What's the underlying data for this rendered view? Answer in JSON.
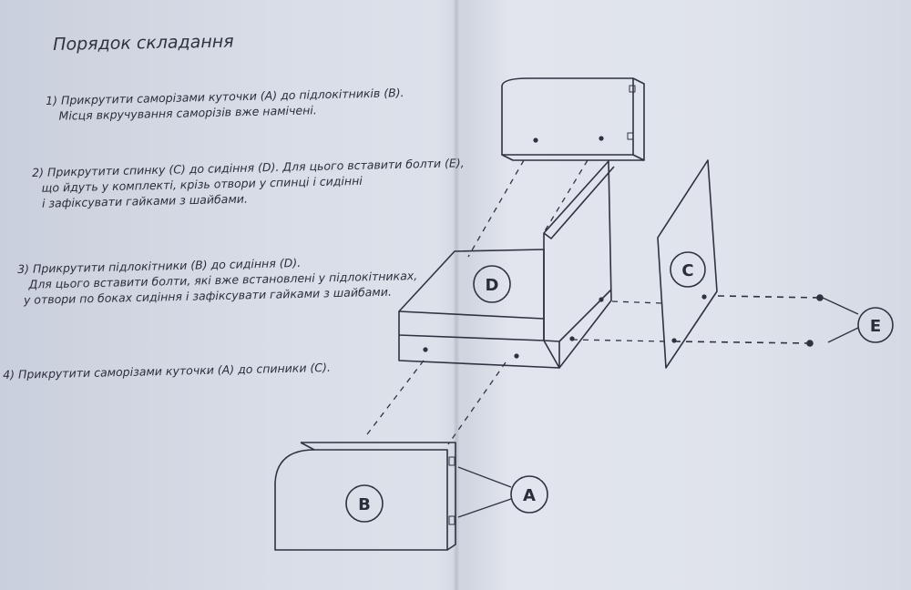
{
  "title": "Порядок складання",
  "steps": [
    {
      "lines": [
        "1) Прикрутити саморізами куточки (А) до підлокітників (В).",
        "Місця вкручування саморізів вже намічені."
      ]
    },
    {
      "lines": [
        "2) Прикрутити спинку (С) до сидіння (D). Для цього вставити болти (Е),",
        "що йдуть у комплекті, крізь отвори у спинці і сидінні",
        "і зафіксувати гайками з шайбами."
      ]
    },
    {
      "lines": [
        "3) Прикрутити підлокітники (В) до сидіння (D).",
        "Для цього вставити болти, які вже встановлені у підлокітниках,",
        "у отвори по боках сидіння і зафіксувати гайками з шайбами."
      ]
    },
    {
      "lines": [
        "4) Прикрутити саморізами куточки (А) до спиники (С)."
      ]
    }
  ],
  "diagram": {
    "labels": {
      "seat": "D",
      "back": "C",
      "bolts": "E",
      "armrest": "B",
      "brackets": "A"
    }
  }
}
